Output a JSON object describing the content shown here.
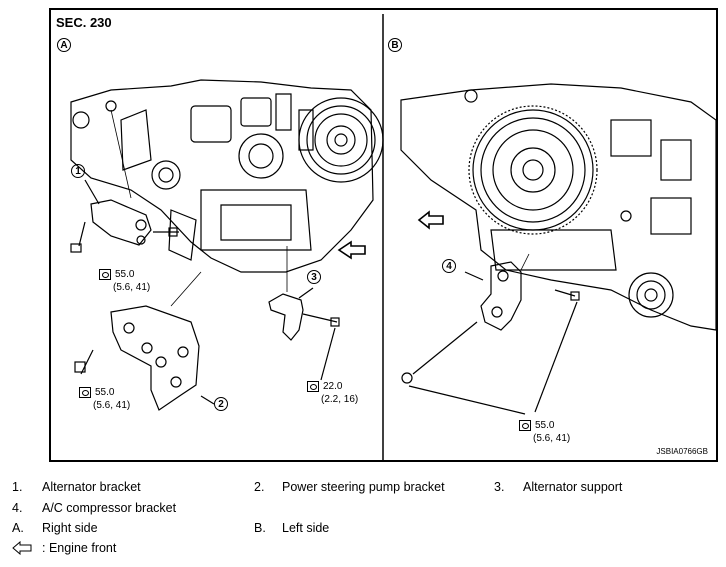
{
  "figure": {
    "section": "SEC. 230",
    "view_a": "A",
    "view_b": "B",
    "figure_code": "JSBIA0766GB",
    "callouts": [
      "1",
      "2",
      "3",
      "4"
    ],
    "torques": {
      "t1": {
        "value": "55.0",
        "sub": "(5.6, 41)"
      },
      "t2": {
        "value": "55.0",
        "sub": "(5.6, 41)"
      },
      "t3": {
        "value": "22.0",
        "sub": "(2.2, 16)"
      },
      "t4": {
        "value": "55.0",
        "sub": "(5.6, 41)"
      }
    }
  },
  "legend": {
    "items": [
      {
        "num": "1.",
        "text": "Alternator bracket"
      },
      {
        "num": "2.",
        "text": "Power steering pump bracket"
      },
      {
        "num": "3.",
        "text": "Alternator support"
      },
      {
        "num": "4.",
        "text": "A/C compressor bracket"
      },
      {
        "num": "A.",
        "text": "Right side"
      },
      {
        "num": "B.",
        "text": "Left side"
      }
    ],
    "front_text": ": Engine front"
  }
}
